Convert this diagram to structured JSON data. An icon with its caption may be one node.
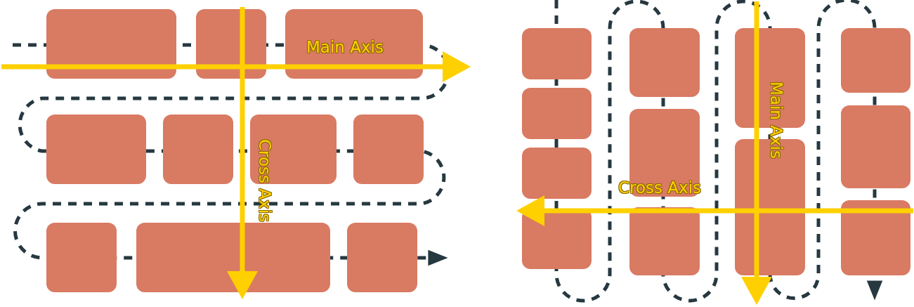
{
  "diagram": {
    "labels": [
      "Main Axis",
      "Cross Axis",
      "Cross Axis",
      "Main Axis"
    ]
  }
}
